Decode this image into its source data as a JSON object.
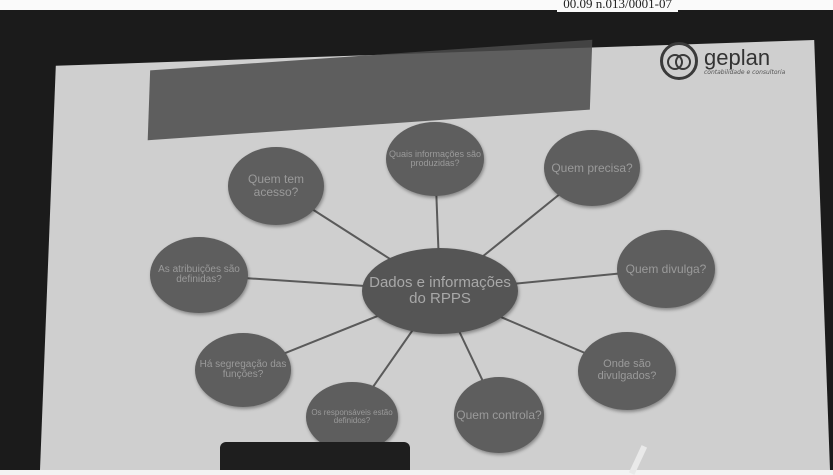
{
  "header": {
    "partial_text": "00.09 n.013/0001-07"
  },
  "logo": {
    "name": "geplan",
    "tagline": "contabilidade e consultoria"
  },
  "diagram": {
    "center": "Dados e informações do RPPS",
    "nodes": [
      "Quais informações são produzidas?",
      "Quem precisa?",
      "Quem divulga?",
      "Onde são divulgados?",
      "Quem controla?",
      "Os responsáveis estão definidos?",
      "Há segregação das funções?",
      "As atribuições são definidas?",
      "Quem tem acesso?"
    ]
  }
}
